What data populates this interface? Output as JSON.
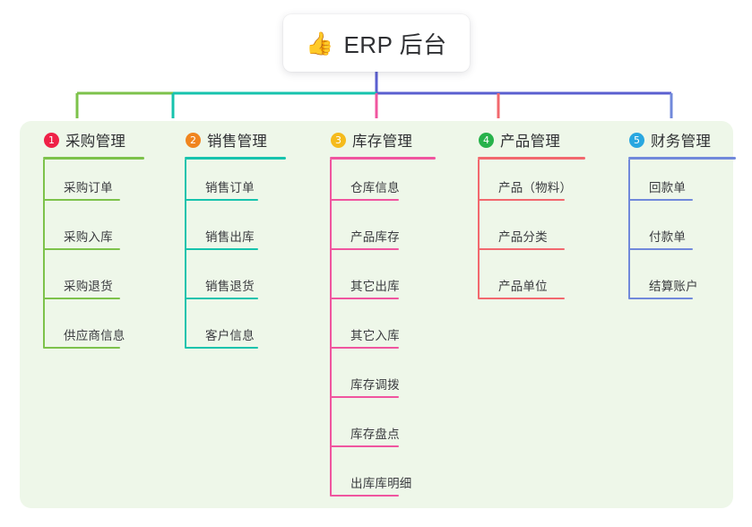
{
  "root": {
    "icon": "thumbs-up-emoji",
    "emoji": "👍",
    "title": "ERP 后台"
  },
  "palette": {
    "panel_bg": "#eef7e9",
    "page_bg": "#ffffff",
    "trunk_line": "#5b5fd0",
    "text": "#2f3033"
  },
  "columns": [
    {
      "index": "1",
      "badge_number": "1",
      "badge_color": "#ef2147",
      "line_color": "#7dc24b",
      "title": "采购管理",
      "items": [
        {
          "label": "采购订单"
        },
        {
          "label": "采购入库"
        },
        {
          "label": "采购退货"
        },
        {
          "label": "供应商信息"
        }
      ]
    },
    {
      "index": "2",
      "badge_number": "2",
      "badge_color": "#f0851f",
      "line_color": "#17c3ad",
      "title": "销售管理",
      "items": [
        {
          "label": "销售订单"
        },
        {
          "label": "销售出库"
        },
        {
          "label": "销售退货"
        },
        {
          "label": "客户信息"
        }
      ]
    },
    {
      "index": "3",
      "badge_number": "3",
      "badge_color": "#f5bb1d",
      "line_color": "#f0559f",
      "title": "库存管理",
      "items": [
        {
          "label": "仓库信息"
        },
        {
          "label": "产品库存"
        },
        {
          "label": "其它出库"
        },
        {
          "label": "其它入库"
        },
        {
          "label": "库存调拨"
        },
        {
          "label": "库存盘点"
        },
        {
          "label": "出库库明细"
        }
      ]
    },
    {
      "index": "4",
      "badge_number": "4",
      "badge_color": "#27b24b",
      "line_color": "#f2686e",
      "title": "产品管理",
      "items": [
        {
          "label": "产品（物料）"
        },
        {
          "label": "产品分类"
        },
        {
          "label": "产品单位"
        }
      ]
    },
    {
      "index": "5",
      "badge_number": "5",
      "badge_color": "#29a7e0",
      "line_color": "#7189db",
      "title": "财务管理",
      "items": [
        {
          "label": "回款单"
        },
        {
          "label": "付款单"
        },
        {
          "label": "结算账户"
        }
      ]
    }
  ]
}
